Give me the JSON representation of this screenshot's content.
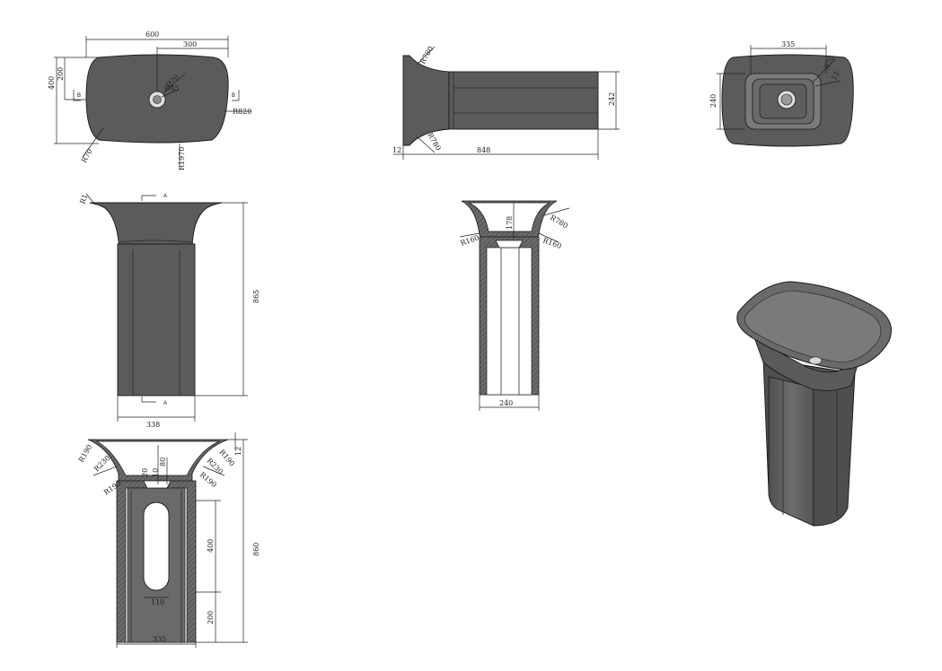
{
  "views": {
    "top": {
      "dims": {
        "width": "600",
        "half_width": "300",
        "depth": "400",
        "half_depth": "200",
        "drain_outer": "Ø70",
        "drain_inner": "Ø45",
        "r_side": "R820",
        "r_front": "R1970",
        "r_corner": "R70"
      },
      "section_marks": {
        "left": "B",
        "right": "B"
      }
    },
    "side": {
      "dims": {
        "length": "848",
        "height": "242",
        "lip": "12",
        "r_top": "R780",
        "r_bottom": "R780"
      }
    },
    "bottom": {
      "dims": {
        "width": "335",
        "height": "240",
        "r_corner": "R70",
        "wall": "12"
      }
    },
    "front": {
      "dims": {
        "height": "865",
        "base_width": "338",
        "r_lip": "R1"
      },
      "section_marks": {
        "top": "A",
        "bottom": "A"
      }
    },
    "section_a": {
      "dims": {
        "depth": "178",
        "r_top": "R780",
        "r_left": "R160",
        "r_right": "R160",
        "base_width": "240"
      }
    },
    "section_b": {
      "dims": {
        "lip": "12",
        "height": "860",
        "opening_height": "400",
        "opening_width": "110",
        "bottom_offset": "200",
        "base_width": "335",
        "neck1": "20",
        "neck2": "80",
        "neck3": "10",
        "r_left1": "R190",
        "r_left2": "R230",
        "r_left3": "R190",
        "r_right1": "R190",
        "r_right2": "R230",
        "r_right3": "R190"
      }
    }
  }
}
